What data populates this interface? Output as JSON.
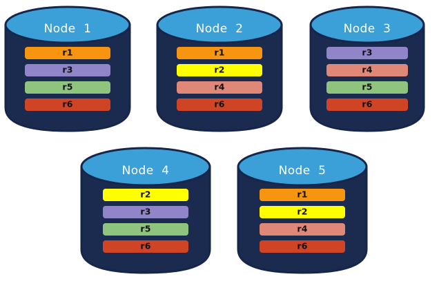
{
  "diagram": {
    "type": "replica-placement",
    "background_color": "#ffffff",
    "node_count": 5,
    "record_count_per_node": 4
  },
  "palette": {
    "cylinder_body": "#1a2b4f",
    "cylinder_top": "#3b9fd8",
    "cylinder_stroke": "#16264a",
    "title_text": "#ffffff",
    "record_text": "#111111",
    "r1": "#f79410",
    "r2": "#ffff00",
    "r3": "#8f85c8",
    "r4": "#e08878",
    "r5": "#8fc47e",
    "r6": "#cf4424"
  },
  "nodes": [
    {
      "id": "node-1",
      "title": "Node  1",
      "row": "top",
      "records": [
        {
          "label": "r1",
          "color": "#f79410"
        },
        {
          "label": "r3",
          "color": "#8f85c8"
        },
        {
          "label": "r5",
          "color": "#8fc47e"
        },
        {
          "label": "r6",
          "color": "#cf4424"
        }
      ]
    },
    {
      "id": "node-2",
      "title": "Node  2",
      "row": "top",
      "records": [
        {
          "label": "r1",
          "color": "#f79410"
        },
        {
          "label": "r2",
          "color": "#ffff00"
        },
        {
          "label": "r4",
          "color": "#e08878"
        },
        {
          "label": "r6",
          "color": "#cf4424"
        }
      ]
    },
    {
      "id": "node-3",
      "title": "Node  3",
      "row": "top",
      "records": [
        {
          "label": "r3",
          "color": "#8f85c8"
        },
        {
          "label": "r4",
          "color": "#e08878"
        },
        {
          "label": "r5",
          "color": "#8fc47e"
        },
        {
          "label": "r6",
          "color": "#cf4424"
        }
      ]
    },
    {
      "id": "node-4",
      "title": "Node  4",
      "row": "bottom",
      "records": [
        {
          "label": "r2",
          "color": "#ffff00"
        },
        {
          "label": "r3",
          "color": "#8f85c8"
        },
        {
          "label": "r5",
          "color": "#8fc47e"
        },
        {
          "label": "r6",
          "color": "#cf4424"
        }
      ]
    },
    {
      "id": "node-5",
      "title": "Node  5",
      "row": "bottom",
      "records": [
        {
          "label": "r1",
          "color": "#f79410"
        },
        {
          "label": "r2",
          "color": "#ffff00"
        },
        {
          "label": "r4",
          "color": "#e08878"
        },
        {
          "label": "r6",
          "color": "#cf4424"
        }
      ]
    }
  ]
}
